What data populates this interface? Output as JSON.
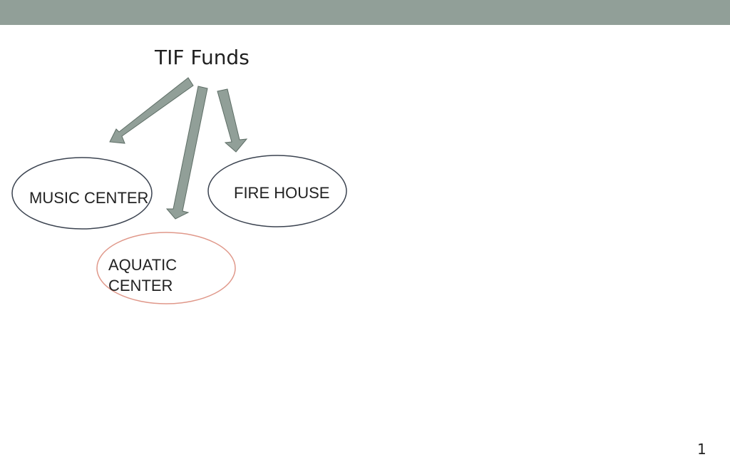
{
  "slide": {
    "title": "TIF Funds",
    "page_number": "1"
  },
  "nodes": {
    "music_center": {
      "label": "MUSIC CENTER"
    },
    "fire_house": {
      "label": "FIRE HOUSE"
    },
    "aquatic_center": {
      "label_line1": "AQUATIC",
      "label_line2": "CENTER"
    }
  },
  "colors": {
    "header_bar": "#919f98",
    "arrow_fill": "#919f98",
    "arrow_stroke": "#5e6e66",
    "ellipse_stroke_dark": "#3b4350",
    "ellipse_stroke_accent": "#e0988a"
  }
}
